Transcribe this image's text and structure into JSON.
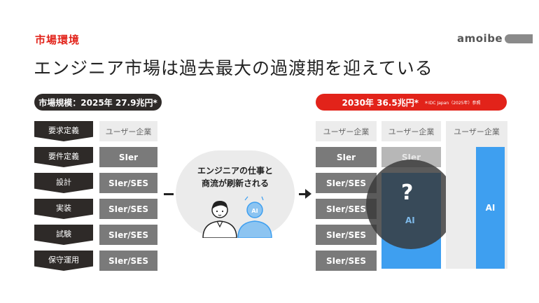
{
  "header": {
    "section_label": "市場環境",
    "brand": "amoibe",
    "title": "エンジニア市場は過去最大の過渡期を迎えている"
  },
  "left": {
    "market_size": "市場規模：2025年 27.9兆円*",
    "column_header": "ユーザー企業",
    "stages": [
      "要求定義",
      "要件定義",
      "設計",
      "実装",
      "試験",
      "保守運用"
    ],
    "cells": [
      "SIer",
      "SIer/SES",
      "SIer/SES",
      "SIer/SES",
      "SIer/SES"
    ]
  },
  "center": {
    "line1": "エンジニアの仕事と",
    "line2": "商流が刷新される",
    "ai_badge": "AI"
  },
  "right": {
    "market_size": "2030年 36.5兆円*",
    "source_note": "＊IDC Japan（2025年）参照",
    "column_headers": [
      "ユーザー企業",
      "ユーザー企業",
      "ユーザー企業"
    ],
    "col1_cells": [
      "SIer",
      "SIer/SES",
      "SIer/SES",
      "SIer/SES",
      "SIer/SES"
    ],
    "col2_faded": "SIer",
    "question": "?",
    "col2_ai": "AI",
    "col3_ai": "AI"
  }
}
